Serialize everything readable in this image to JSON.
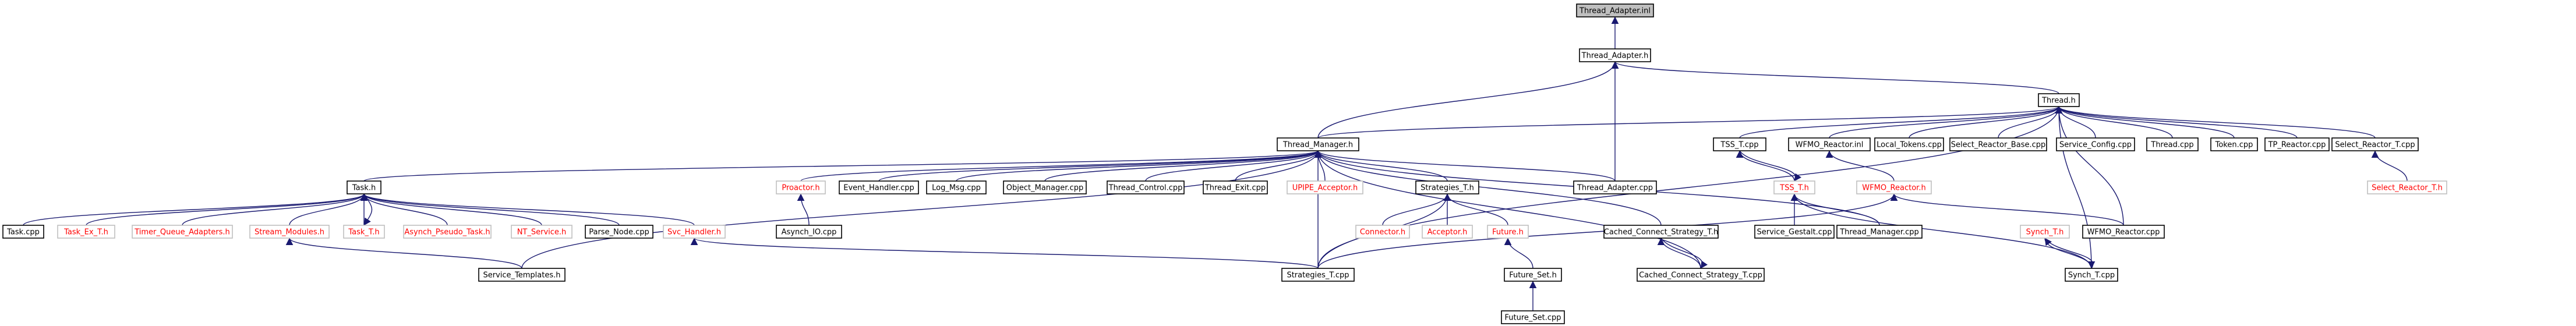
{
  "graph": {
    "nodes": [
      {
        "id": "thread_adapter_inl",
        "label": "Thread_Adapter.inl",
        "type": "root"
      },
      {
        "id": "thread_adapter_h",
        "label": "Thread_Adapter.h",
        "type": "normal"
      },
      {
        "id": "thread_h",
        "label": "Thread.h",
        "type": "normal"
      },
      {
        "id": "thread_manager_h",
        "label": "Thread_Manager.h",
        "type": "normal"
      },
      {
        "id": "tss_t_cpp",
        "label": "TSS_T.cpp",
        "type": "normal"
      },
      {
        "id": "wfmo_reactor_inl",
        "label": "WFMO_Reactor.inl",
        "type": "normal"
      },
      {
        "id": "local_tokens_cpp",
        "label": "Local_Tokens.cpp",
        "type": "normal"
      },
      {
        "id": "select_reactor_base_cpp",
        "label": "Select_Reactor_Base.cpp",
        "type": "normal"
      },
      {
        "id": "service_config_cpp",
        "label": "Service_Config.cpp",
        "type": "normal"
      },
      {
        "id": "thread_cpp",
        "label": "Thread.cpp",
        "type": "normal"
      },
      {
        "id": "token_cpp",
        "label": "Token.cpp",
        "type": "normal"
      },
      {
        "id": "tp_reactor_cpp",
        "label": "TP_Reactor.cpp",
        "type": "normal"
      },
      {
        "id": "select_reactor_t_cpp",
        "label": "Select_Reactor_T.cpp",
        "type": "normal"
      },
      {
        "id": "task_h",
        "label": "Task.h",
        "type": "normal"
      },
      {
        "id": "proactor_h",
        "label": "Proactor.h",
        "type": "missing"
      },
      {
        "id": "event_handler_cpp",
        "label": "Event_Handler.cpp",
        "type": "normal"
      },
      {
        "id": "log_msg_cpp",
        "label": "Log_Msg.cpp",
        "type": "normal"
      },
      {
        "id": "object_manager_cpp",
        "label": "Object_Manager.cpp",
        "type": "normal"
      },
      {
        "id": "thread_control_cpp",
        "label": "Thread_Control.cpp",
        "type": "normal"
      },
      {
        "id": "thread_exit_cpp",
        "label": "Thread_Exit.cpp",
        "type": "normal"
      },
      {
        "id": "upipe_acceptor_h",
        "label": "UPIPE_Acceptor.h",
        "type": "missing"
      },
      {
        "id": "strategies_t_h",
        "label": "Strategies_T.h",
        "type": "normal"
      },
      {
        "id": "thread_adapter_cpp",
        "label": "Thread_Adapter.cpp",
        "type": "normal"
      },
      {
        "id": "tss_t_h",
        "label": "TSS_T.h",
        "type": "missing"
      },
      {
        "id": "wfmo_reactor_h",
        "label": "WFMO_Reactor.h",
        "type": "missing"
      },
      {
        "id": "select_reactor_t_h",
        "label": "Select_Reactor_T.h",
        "type": "missing"
      },
      {
        "id": "task_cpp",
        "label": "Task.cpp",
        "type": "normal"
      },
      {
        "id": "task_ex_t_h",
        "label": "Task_Ex_T.h",
        "type": "missing"
      },
      {
        "id": "timer_queue_adapters_h",
        "label": "Timer_Queue_Adapters.h",
        "type": "missing"
      },
      {
        "id": "stream_modules_h",
        "label": "Stream_Modules.h",
        "type": "missing"
      },
      {
        "id": "task_t_h",
        "label": "Task_T.h",
        "type": "missing"
      },
      {
        "id": "asynch_pseudo_task_h",
        "label": "Asynch_Pseudo_Task.h",
        "type": "missing"
      },
      {
        "id": "nt_service_h",
        "label": "NT_Service.h",
        "type": "missing"
      },
      {
        "id": "parse_node_cpp",
        "label": "Parse_Node.cpp",
        "type": "normal"
      },
      {
        "id": "svc_handler_h",
        "label": "Svc_Handler.h",
        "type": "missing"
      },
      {
        "id": "asynch_io_cpp",
        "label": "Asynch_IO.cpp",
        "type": "normal"
      },
      {
        "id": "connector_h",
        "label": "Connector.h",
        "type": "missing"
      },
      {
        "id": "acceptor_h",
        "label": "Acceptor.h",
        "type": "missing"
      },
      {
        "id": "future_h",
        "label": "Future.h",
        "type": "missing"
      },
      {
        "id": "cached_connect_strategy_t_h",
        "label": "Cached_Connect_Strategy_T.h",
        "type": "normal"
      },
      {
        "id": "service_gestalt_cpp",
        "label": "Service_Gestalt.cpp",
        "type": "normal"
      },
      {
        "id": "thread_manager_cpp",
        "label": "Thread_Manager.cpp",
        "type": "normal"
      },
      {
        "id": "synch_t_h",
        "label": "Synch_T.h",
        "type": "missing"
      },
      {
        "id": "wfmo_reactor_cpp",
        "label": "WFMO_Reactor.cpp",
        "type": "normal"
      },
      {
        "id": "service_templates_h",
        "label": "Service_Templates.h",
        "type": "normal"
      },
      {
        "id": "strategies_t_cpp",
        "label": "Strategies_T.cpp",
        "type": "normal"
      },
      {
        "id": "future_set_h",
        "label": "Future_Set.h",
        "type": "normal"
      },
      {
        "id": "cached_connect_strategy_t_cpp",
        "label": "Cached_Connect_Strategy_T.cpp",
        "type": "normal"
      },
      {
        "id": "synch_t_cpp",
        "label": "Synch_T.cpp",
        "type": "normal"
      },
      {
        "id": "future_set_cpp",
        "label": "Future_Set.cpp",
        "type": "normal"
      }
    ],
    "edges": [
      [
        "thread_adapter_h",
        "thread_adapter_inl"
      ],
      [
        "thread_h",
        "thread_adapter_h"
      ],
      [
        "thread_manager_h",
        "thread_adapter_h"
      ],
      [
        "thread_adapter_cpp",
        "thread_adapter_h"
      ],
      [
        "thread_manager_h",
        "thread_h"
      ],
      [
        "tss_t_cpp",
        "thread_h"
      ],
      [
        "wfmo_reactor_inl",
        "thread_h"
      ],
      [
        "local_tokens_cpp",
        "thread_h"
      ],
      [
        "select_reactor_base_cpp",
        "thread_h"
      ],
      [
        "service_config_cpp",
        "thread_h"
      ],
      [
        "thread_cpp",
        "thread_h"
      ],
      [
        "token_cpp",
        "thread_h"
      ],
      [
        "tp_reactor_cpp",
        "thread_h"
      ],
      [
        "select_reactor_t_cpp",
        "thread_h"
      ],
      [
        "strategies_t_cpp",
        "thread_h"
      ],
      [
        "wfmo_reactor_cpp",
        "thread_h"
      ],
      [
        "synch_t_cpp",
        "thread_h"
      ],
      [
        "task_h",
        "thread_manager_h"
      ],
      [
        "proactor_h",
        "thread_manager_h"
      ],
      [
        "event_handler_cpp",
        "thread_manager_h"
      ],
      [
        "log_msg_cpp",
        "thread_manager_h"
      ],
      [
        "object_manager_cpp",
        "thread_manager_h"
      ],
      [
        "thread_control_cpp",
        "thread_manager_h"
      ],
      [
        "thread_exit_cpp",
        "thread_manager_h"
      ],
      [
        "upipe_acceptor_h",
        "thread_manager_h"
      ],
      [
        "strategies_t_h",
        "thread_manager_h"
      ],
      [
        "thread_adapter_cpp",
        "thread_manager_h"
      ],
      [
        "thread_manager_cpp",
        "thread_manager_h"
      ],
      [
        "service_templates_h",
        "thread_manager_h"
      ],
      [
        "strategies_t_cpp",
        "thread_manager_h"
      ],
      [
        "cached_connect_strategy_t_h",
        "thread_manager_h"
      ],
      [
        "cached_connect_strategy_t_cpp",
        "thread_manager_h"
      ],
      [
        "task_cpp",
        "task_h"
      ],
      [
        "task_ex_t_h",
        "task_h"
      ],
      [
        "timer_queue_adapters_h",
        "task_h"
      ],
      [
        "stream_modules_h",
        "task_h"
      ],
      [
        "task_t_h",
        "task_h"
      ],
      [
        "asynch_pseudo_task_h",
        "task_h"
      ],
      [
        "nt_service_h",
        "task_h"
      ],
      [
        "parse_node_cpp",
        "task_h"
      ],
      [
        "svc_handler_h",
        "task_h"
      ],
      [
        "task_h",
        "task_t_h"
      ],
      [
        "asynch_io_cpp",
        "proactor_h"
      ],
      [
        "connector_h",
        "strategies_t_h"
      ],
      [
        "acceptor_h",
        "strategies_t_h"
      ],
      [
        "future_h",
        "strategies_t_h"
      ],
      [
        "strategies_t_cpp",
        "strategies_t_h"
      ],
      [
        "service_templates_h",
        "stream_modules_h"
      ],
      [
        "strategies_t_cpp",
        "svc_handler_h"
      ],
      [
        "future_set_h",
        "future_h"
      ],
      [
        "future_set_cpp",
        "future_set_h"
      ],
      [
        "cached_connect_strategy_t_cpp",
        "cached_connect_strategy_t_h"
      ],
      [
        "tss_t_h",
        "tss_t_cpp"
      ],
      [
        "wfmo_reactor_h",
        "wfmo_reactor_inl"
      ],
      [
        "tss_t_cpp",
        "tss_t_h"
      ],
      [
        "service_gestalt_cpp",
        "tss_t_h"
      ],
      [
        "thread_manager_cpp",
        "tss_t_h"
      ],
      [
        "strategies_t_cpp",
        "wfmo_reactor_h"
      ],
      [
        "wfmo_reactor_cpp",
        "wfmo_reactor_h"
      ],
      [
        "synch_t_cpp",
        "tss_t_h"
      ],
      [
        "select_reactor_t_h",
        "select_reactor_t_cpp"
      ],
      [
        "synch_t_h",
        "synch_t_cpp"
      ],
      [
        "synch_t_cpp",
        "synch_t_h"
      ],
      [
        "cached_connect_strategy_t_h",
        "cached_connect_strategy_t_cpp"
      ]
    ]
  }
}
